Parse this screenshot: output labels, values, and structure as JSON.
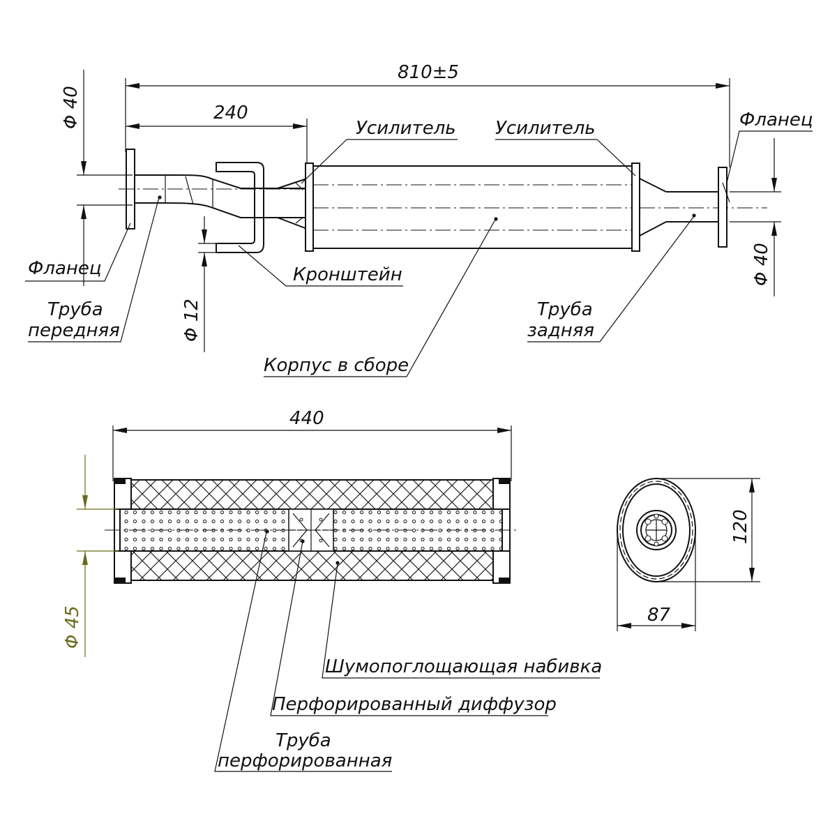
{
  "dimensions": {
    "overall_length": "810±5",
    "front_section": "240",
    "front_pipe_dia": "Φ 40",
    "rear_pipe_dia": "Φ 40",
    "bracket_dia": "Φ 12",
    "body_length": "440",
    "inner_pipe_dia": "Φ 45",
    "oval_height": "120",
    "oval_width": "87"
  },
  "labels": {
    "reinforcer_1": "Усилитель",
    "reinforcer_2": "Усилитель",
    "flange_right": "Фланец",
    "flange_left": "Фланец",
    "bracket": "Кронштейн",
    "front_pipe_line1": "Труба",
    "front_pipe_line2": "передняя",
    "rear_pipe_line1": "Труба",
    "rear_pipe_line2": "задняя",
    "body_assembly": "Корпус в сборе",
    "packing": "Шумопоглощающая набивка",
    "diffuser": "Перфорированный диффузор",
    "perf_pipe_line1": "Труба",
    "perf_pipe_line2": "перфорированная"
  },
  "colors": {
    "line": "#111111",
    "inner_dia_dimension": "#6b6b1f"
  }
}
